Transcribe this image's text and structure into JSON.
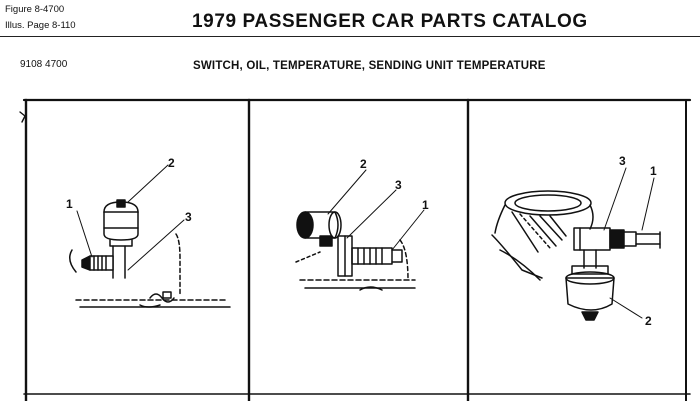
{
  "header": {
    "figure_ref": "Figure 8-4700",
    "illus_ref": "Illus. Page 8-110",
    "catalog_title": "1979 PASSENGER CAR PARTS CATALOG"
  },
  "section": {
    "group_code": "9108 4700",
    "subtitle": "SWITCH, OIL, TEMPERATURE, SENDING UNIT TEMPERATURE"
  },
  "panels": [
    {
      "callouts": [
        "1",
        "2",
        "3"
      ]
    },
    {
      "callouts": [
        "2",
        "3",
        "1"
      ]
    },
    {
      "callouts": [
        "3",
        "1",
        "2"
      ]
    }
  ]
}
